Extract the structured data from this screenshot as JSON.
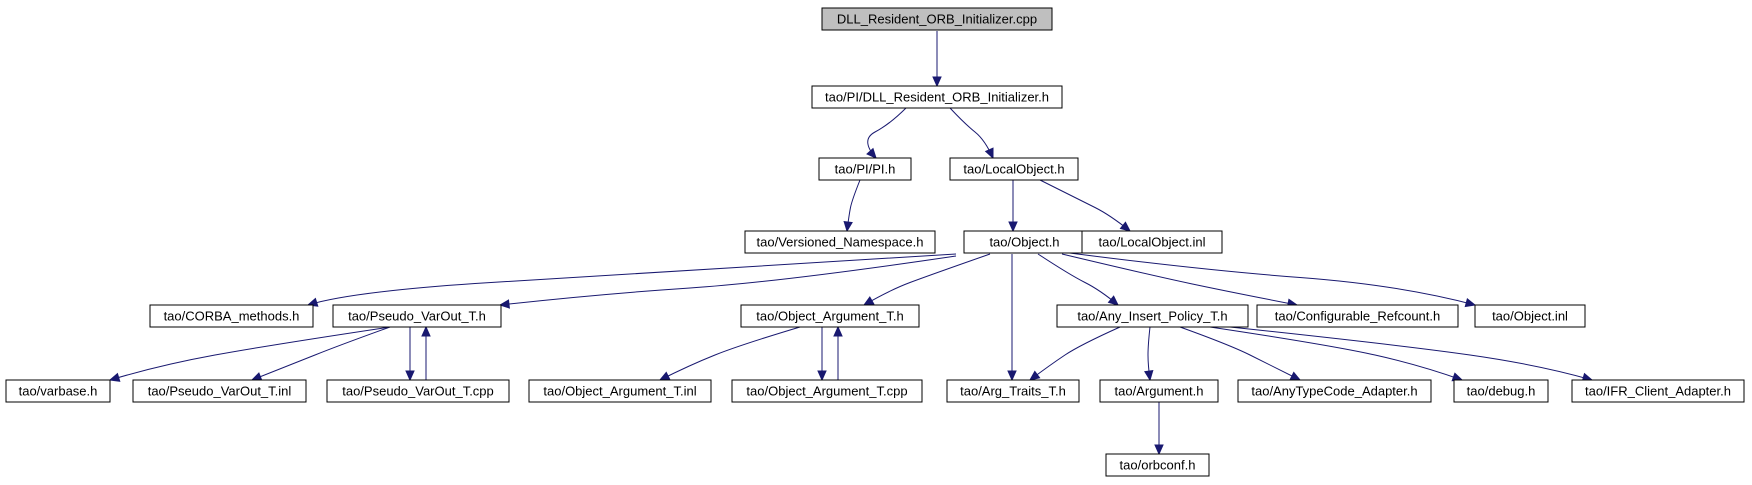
{
  "graph": {
    "root_color": "#bfbfbf",
    "edge_color": "#191970",
    "nodes": [
      {
        "id": "root",
        "label": "DLL_Resident_ORB_Initializer.cpp",
        "root": true
      },
      {
        "id": "pi_dll",
        "label": "tao/PI/DLL_Resident_ORB_Initializer.h"
      },
      {
        "id": "pi_h",
        "label": "tao/PI/PI.h"
      },
      {
        "id": "local_obj",
        "label": "tao/LocalObject.h"
      },
      {
        "id": "versioned",
        "label": "tao/Versioned_Namespace.h"
      },
      {
        "id": "object_h",
        "label": "tao/Object.h"
      },
      {
        "id": "local_inl",
        "label": "tao/LocalObject.inl"
      },
      {
        "id": "corba_methods",
        "label": "tao/CORBA_methods.h"
      },
      {
        "id": "pseudo_varout",
        "label": "tao/Pseudo_VarOut_T.h"
      },
      {
        "id": "obj_arg",
        "label": "tao/Object_Argument_T.h"
      },
      {
        "id": "any_insert",
        "label": "tao/Any_Insert_Policy_T.h"
      },
      {
        "id": "config_ref",
        "label": "tao/Configurable_Refcount.h"
      },
      {
        "id": "object_inl",
        "label": "tao/Object.inl"
      },
      {
        "id": "varbase",
        "label": "tao/varbase.h"
      },
      {
        "id": "pseudo_inl",
        "label": "tao/Pseudo_VarOut_T.inl"
      },
      {
        "id": "pseudo_cpp",
        "label": "tao/Pseudo_VarOut_T.cpp"
      },
      {
        "id": "obj_arg_inl",
        "label": "tao/Object_Argument_T.inl"
      },
      {
        "id": "obj_arg_cpp",
        "label": "tao/Object_Argument_T.cpp"
      },
      {
        "id": "arg_traits",
        "label": "tao/Arg_Traits_T.h"
      },
      {
        "id": "argument",
        "label": "tao/Argument.h"
      },
      {
        "id": "anytypecode",
        "label": "tao/AnyTypeCode_Adapter.h"
      },
      {
        "id": "debug",
        "label": "tao/debug.h"
      },
      {
        "id": "ifr_client",
        "label": "tao/IFR_Client_Adapter.h"
      },
      {
        "id": "orbconf",
        "label": "tao/orbconf.h"
      }
    ]
  }
}
